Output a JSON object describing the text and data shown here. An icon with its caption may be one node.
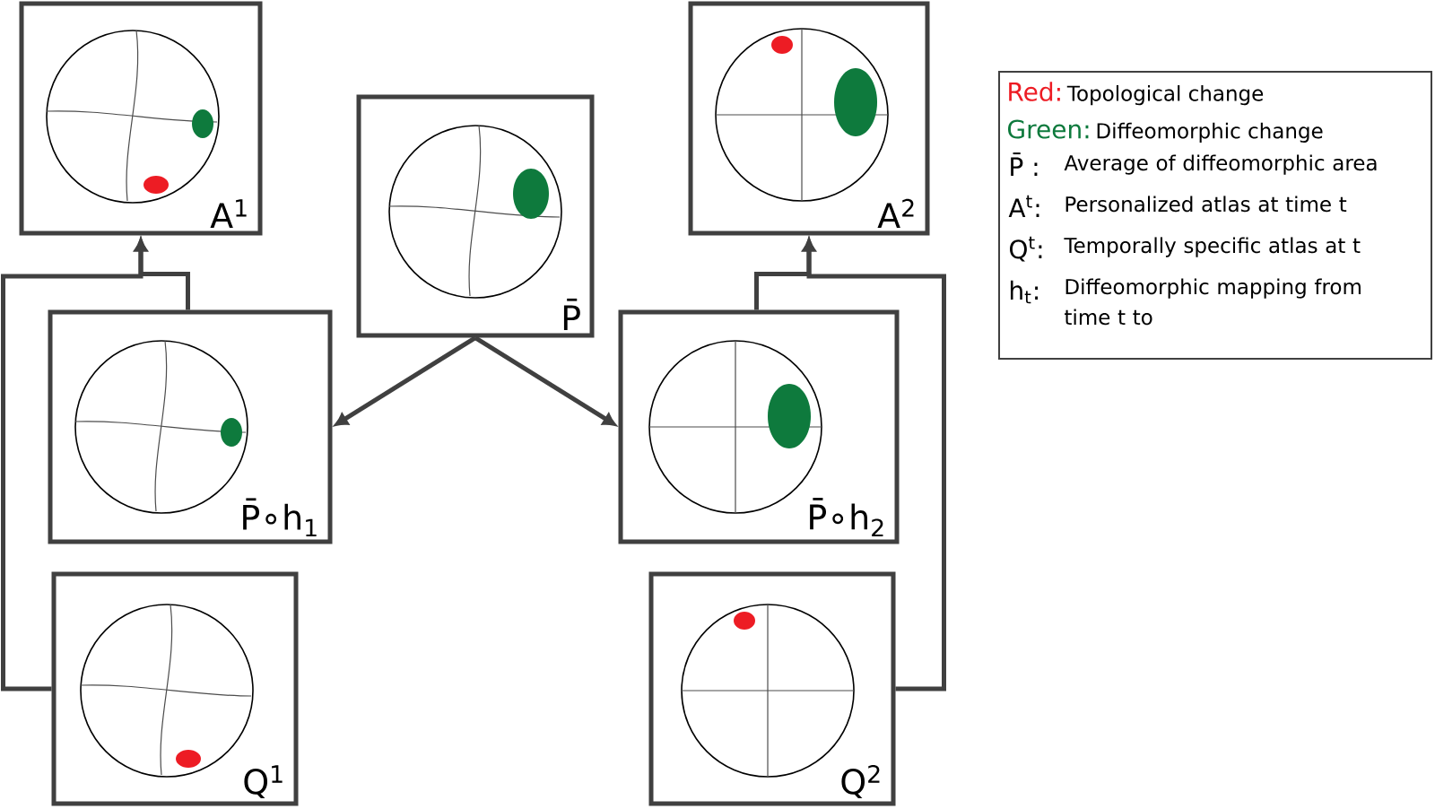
{
  "diagram": {
    "nodes": [
      {
        "text": [
          "A$^{1}$"
        ]
      },
      {
        "text": [
          "P̄"
        ]
      },
      {
        "text": [
          "P̄∘h$_{1}$"
        ]
      },
      {
        "text": [
          "Q$^{1}$"
        ]
      },
      {
        "text": [
          "A$^{2}$"
        ]
      },
      {
        "text": [
          "P̄∘h$_{2}$"
        ]
      },
      {
        "text": [
          "Q$^{2}$"
        ]
      }
    ],
    "edges": [
      {
        "from": 1,
        "to": 2,
        "arrow": "to"
      },
      {
        "from": 1,
        "to": 5,
        "arrow": "to"
      },
      {
        "from": 2,
        "to": 0,
        "arrow": "to"
      },
      {
        "from": 3,
        "to": 0,
        "arrow": "to"
      },
      {
        "from": 5,
        "to": 4,
        "arrow": "to"
      },
      {
        "from": 6,
        "to": 4,
        "arrow": "to"
      }
    ],
    "labels": [
      "Red:",
      "Green:",
      "P̄ :",
      "Average of diffeomorphic area",
      "A$^{t}$:",
      "Personalized atlas at time t",
      "Q$^{t}$:",
      "Temporally specific atlas at t",
      "h$_{t}$:",
      "Diffeomorphic mapping from time t to"
    ],
    "legend": [
      {
        "text": "Topological change",
        "color": "#ed1c24"
      },
      {
        "text": "Diffeomorphic change",
        "color": "#0e7a3d"
      }
    ]
  }
}
